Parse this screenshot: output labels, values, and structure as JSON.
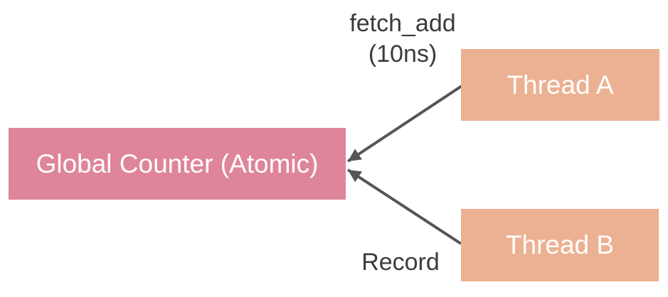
{
  "diagram": {
    "type": "flow-diagram",
    "background": "#ffffff",
    "nodes": {
      "global_counter": {
        "label": "Global Counter (Atomic)",
        "fill": "#df8599",
        "text_color": "#ffffff"
      },
      "thread_a": {
        "label": "Thread A",
        "fill": "#ecb192",
        "text_color": "#ffffff"
      },
      "thread_b": {
        "label": "Thread B",
        "fill": "#ecb192",
        "text_color": "#ffffff"
      }
    },
    "edges": [
      {
        "from": "thread_a",
        "to": "global_counter",
        "label": "fetch_add (10ns)"
      },
      {
        "from": "thread_b",
        "to": "global_counter",
        "label": "Record"
      }
    ],
    "edge_labels": {
      "fetch_add_line1": "fetch_add",
      "fetch_add_line2": "(10ns)",
      "record": "Record"
    },
    "arrow_color": "#555555",
    "label_color": "#3b3b3b"
  }
}
